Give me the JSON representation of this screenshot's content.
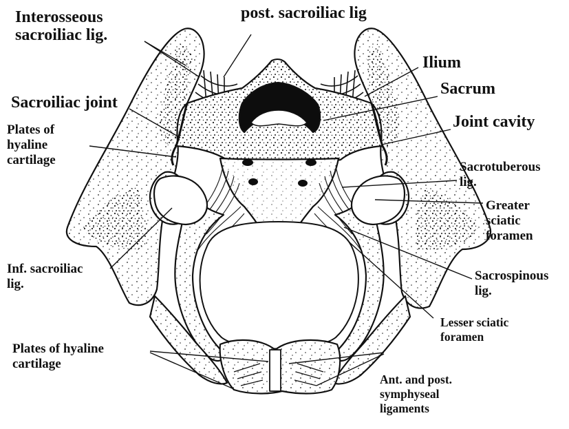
{
  "labels": {
    "interosseous": [
      "Interosseous",
      "sacroiliac lig."
    ],
    "post_sacroiliac": "post. sacroiliac lig",
    "ilium": "Ilium",
    "sacrum": "Sacrum",
    "sacroiliac_joint": "Sacroiliac joint",
    "joint_cavity": "Joint cavity",
    "plates_hyaline_top": [
      "Plates of",
      "hyaline",
      "cartilage"
    ],
    "sacrotuberous": [
      "Sacrotuberous",
      "lig."
    ],
    "greater_sciatic": [
      "Greater",
      "sciatic",
      "foramen"
    ],
    "inf_sacroiliac": [
      "Inf. sacroiliac",
      "lig."
    ],
    "sacrospinous": [
      "Sacrospinous",
      "lig."
    ],
    "lesser_sciatic": [
      "Lesser sciatic",
      "foramen"
    ],
    "plates_hyaline_bottom": [
      "Plates of hyaline",
      "cartilage"
    ],
    "symphyseal": [
      "Ant. and post.",
      "symphyseal",
      "ligaments"
    ]
  },
  "colors": {
    "ink": "#111111",
    "bone_fill": "#ffffff",
    "stipple": "#1a1a1a",
    "cavity": "#0d0d0d"
  }
}
